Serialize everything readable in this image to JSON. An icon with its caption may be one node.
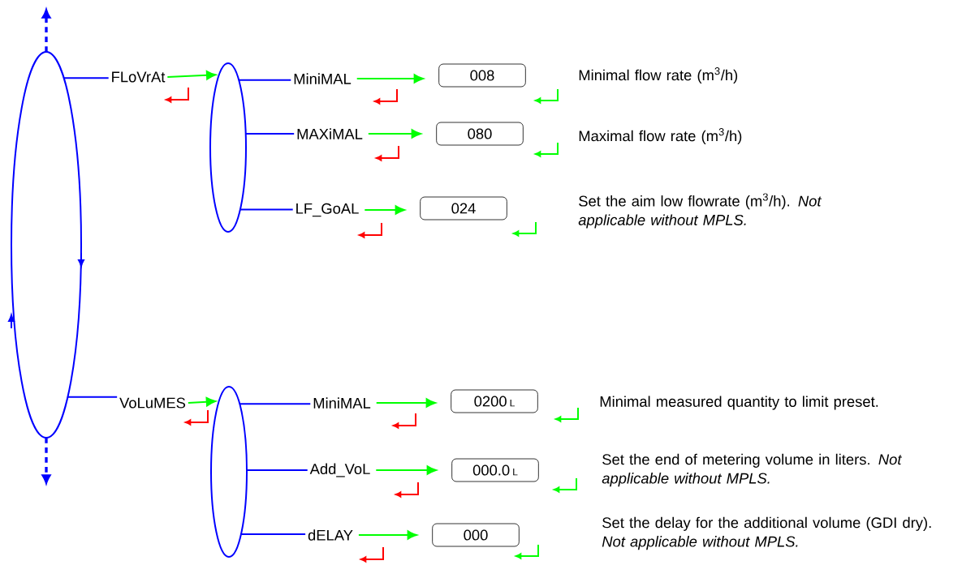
{
  "diagram": {
    "nodes": [
      {
        "text": [],
        "shape": "ellipse"
      },
      {
        "text": [
          "FLoVrAt"
        ]
      },
      {
        "text": [],
        "shape": "ellipse"
      },
      {
        "text": [
          "MiniMAL"
        ]
      },
      {
        "text": [
          "008"
        ]
      },
      {
        "text": [
          "MAXiMAL"
        ]
      },
      {
        "text": [
          "080"
        ]
      },
      {
        "text": [
          "LF_GoAL"
        ]
      },
      {
        "text": [
          "024"
        ]
      },
      {
        "text": [
          "VoLuMES"
        ]
      },
      {
        "text": [],
        "shape": "ellipse"
      },
      {
        "text": [
          "MiniMAL"
        ]
      },
      {
        "text": [
          "0200",
          "L"
        ]
      },
      {
        "text": [
          "Add_VoL"
        ]
      },
      {
        "text": [
          "000.0",
          "L"
        ]
      },
      {
        "text": [
          "dELAY"
        ]
      },
      {
        "text": [
          "000"
        ]
      }
    ],
    "edges": [
      {
        "from": 0,
        "to": null,
        "arrow": "to",
        "style": "dashed"
      },
      {
        "from": 0,
        "to": null,
        "arrow": "to",
        "style": "dashed"
      },
      {
        "from": 0,
        "to": 1,
        "arrow": "none"
      },
      {
        "from": 0,
        "to": 9,
        "arrow": "none"
      },
      {
        "from": 1,
        "to": 2,
        "arrow": "to",
        "color": "#00ff00"
      },
      {
        "from": 2,
        "to": 3,
        "arrow": "none"
      },
      {
        "from": 2,
        "to": 5,
        "arrow": "none"
      },
      {
        "from": 2,
        "to": 7,
        "arrow": "none"
      },
      {
        "from": 3,
        "to": 4,
        "arrow": "to",
        "color": "#00ff00"
      },
      {
        "from": 5,
        "to": 6,
        "arrow": "to",
        "color": "#00ff00"
      },
      {
        "from": 7,
        "to": 8,
        "arrow": "to",
        "color": "#00ff00"
      },
      {
        "from": 9,
        "to": 10,
        "arrow": "to",
        "color": "#00ff00"
      },
      {
        "from": 10,
        "to": 11,
        "arrow": "none"
      },
      {
        "from": 10,
        "to": 13,
        "arrow": "none"
      },
      {
        "from": 10,
        "to": 15,
        "arrow": "none"
      },
      {
        "from": 11,
        "to": 12,
        "arrow": "to",
        "color": "#00ff00"
      },
      {
        "from": 13,
        "to": 14,
        "arrow": "to",
        "color": "#00ff00"
      },
      {
        "from": 15,
        "to": 16,
        "arrow": "to",
        "color": "#00ff00"
      }
    ],
    "labels": [
      "Minimal flow rate (m$^{3}$/h)",
      "Maximal flow rate (m$^{3}$/h)",
      "Set the aim low flowrate (m$^{3}$/h). *Not applicable without MPLS.*",
      "Minimal measured quantity to limit preset.",
      "Set the end of metering volume in liters. *Not applicable without MPLS.*",
      "Set the delay for the additional volume (GDI dry). *Not applicable without MPLS.*"
    ]
  }
}
